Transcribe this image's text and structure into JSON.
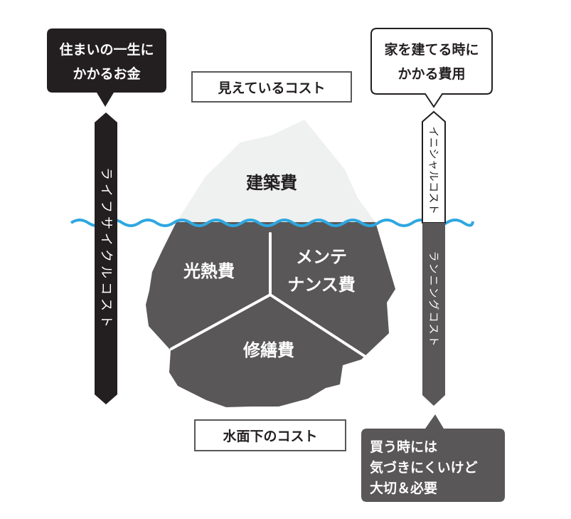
{
  "callouts": {
    "lifetime": {
      "line1": "住まいの一生に",
      "line2": "かかるお金"
    },
    "building": {
      "line1": "家を建てる時に",
      "line2": "かかる費用"
    },
    "important": {
      "line1": "買う時には",
      "line2": "気づきにくいけど",
      "line3": "大切＆必要"
    }
  },
  "labels": {
    "visible_cost": "見えているコスト",
    "underwater_cost": "水面下のコスト",
    "construction": "建築費",
    "utilities": "光熱費",
    "maintenance_line1": "メンテ",
    "maintenance_line2": "ナンス費",
    "repair": "修繕費"
  },
  "bars": {
    "lifecycle": [
      "ラ",
      "イ",
      "フ",
      "サ",
      "イ",
      "ク",
      "ル",
      "コ",
      "ス",
      "ト"
    ],
    "initial": [
      "イ",
      "ニ",
      "シ",
      "ャ",
      "ル",
      "コ",
      "ス",
      "ト"
    ],
    "running": [
      "ラ",
      "ン",
      "ニ",
      "ン",
      "グ",
      "コ",
      "ス",
      "ト"
    ]
  },
  "colors": {
    "dark": "#231f20",
    "underwater": "#595757",
    "tip": "#eff0f0",
    "water": "#2ea7e0",
    "gray_callout": "#595757"
  }
}
